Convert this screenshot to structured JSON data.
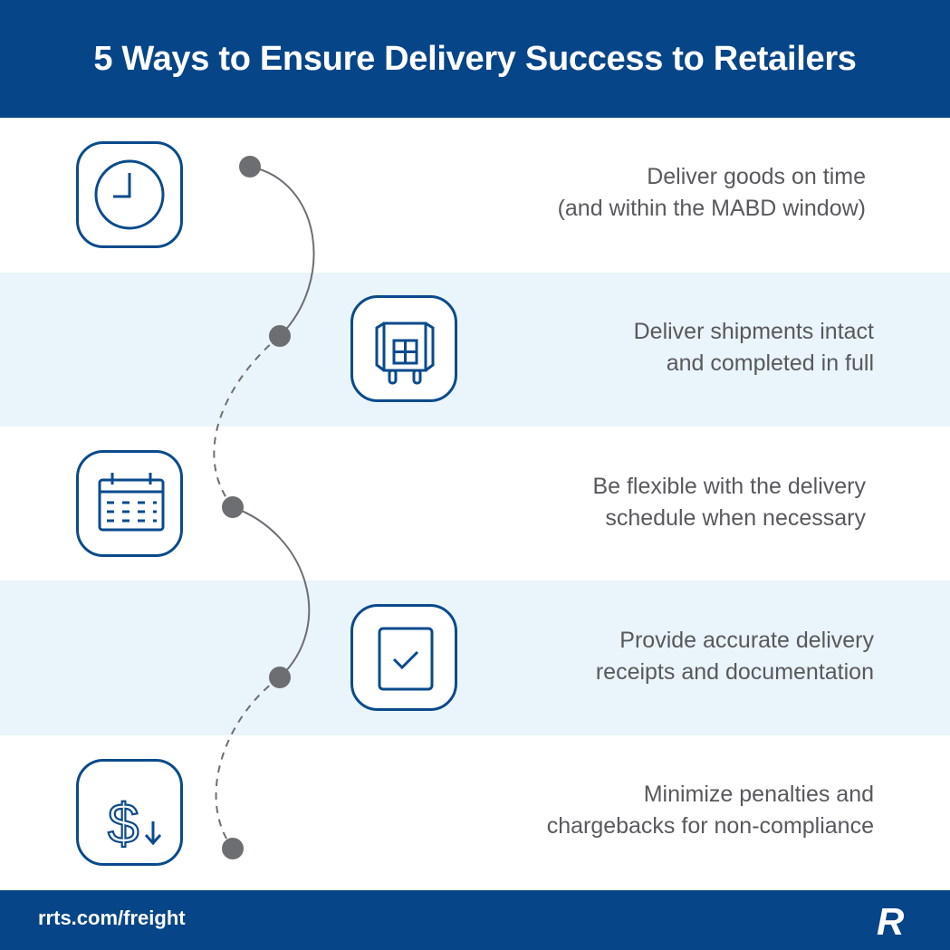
{
  "header": {
    "title": "5 Ways to Ensure Delivery Success to Retailers"
  },
  "items": [
    {
      "icon": "clock-icon",
      "line1": "Deliver goods on time",
      "line2": "(and within the MABD window)"
    },
    {
      "icon": "truck-trailer-boxes-icon",
      "line1": "Deliver shipments intact",
      "line2": "and completed in full"
    },
    {
      "icon": "calendar-icon",
      "line1": "Be flexible with the delivery",
      "line2": "schedule when necessary"
    },
    {
      "icon": "checkbox-document-icon",
      "line1": "Provide accurate delivery",
      "line2": "receipts and documentation"
    },
    {
      "icon": "dollar-down-arrow-icon",
      "line1": "Minimize penalties and",
      "line2": "chargebacks for non-compliance"
    }
  ],
  "footer": {
    "url": "rrts.com/freight",
    "logo": "R"
  },
  "colors": {
    "brand_blue": "#064587",
    "icon_blue": "#0a4a8c",
    "light_band": "#eaf4fb",
    "text_gray": "#58595b",
    "dot_gray": "#6d6e71"
  }
}
